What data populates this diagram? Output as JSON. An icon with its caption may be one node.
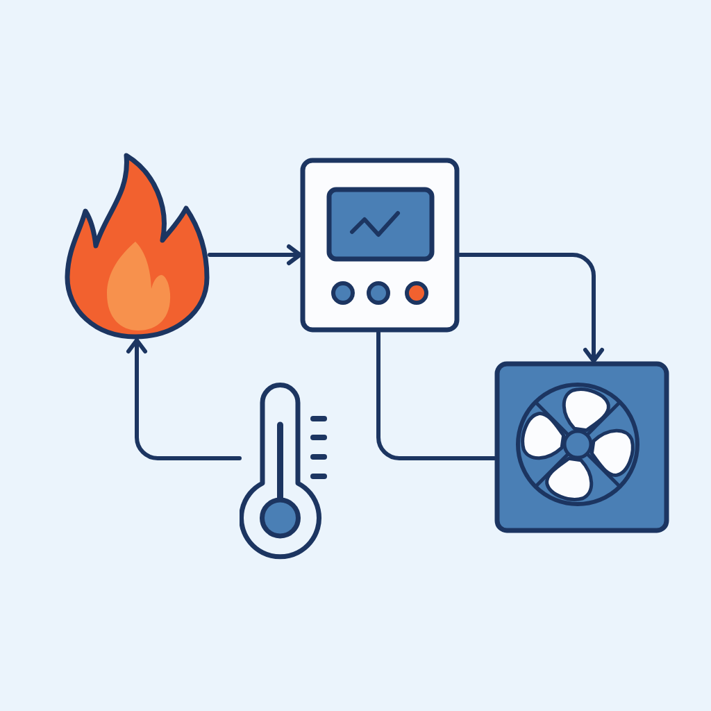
{
  "diagram": {
    "nodes": [
      {
        "text": [],
        "shape": "picture"
      },
      {
        "text": [],
        "shape": "picture"
      },
      {
        "text": [],
        "shape": "picture"
      },
      {
        "text": [],
        "shape": "picture"
      }
    ],
    "edges": [
      {
        "from": 0,
        "to": 1,
        "arrow": "to"
      },
      {
        "from": 1,
        "to": 2,
        "arrow": "to"
      },
      {
        "from": 1,
        "to": 2,
        "arrow": "none"
      },
      {
        "from": 3,
        "to": 0,
        "arrow": "to"
      }
    ]
  }
}
